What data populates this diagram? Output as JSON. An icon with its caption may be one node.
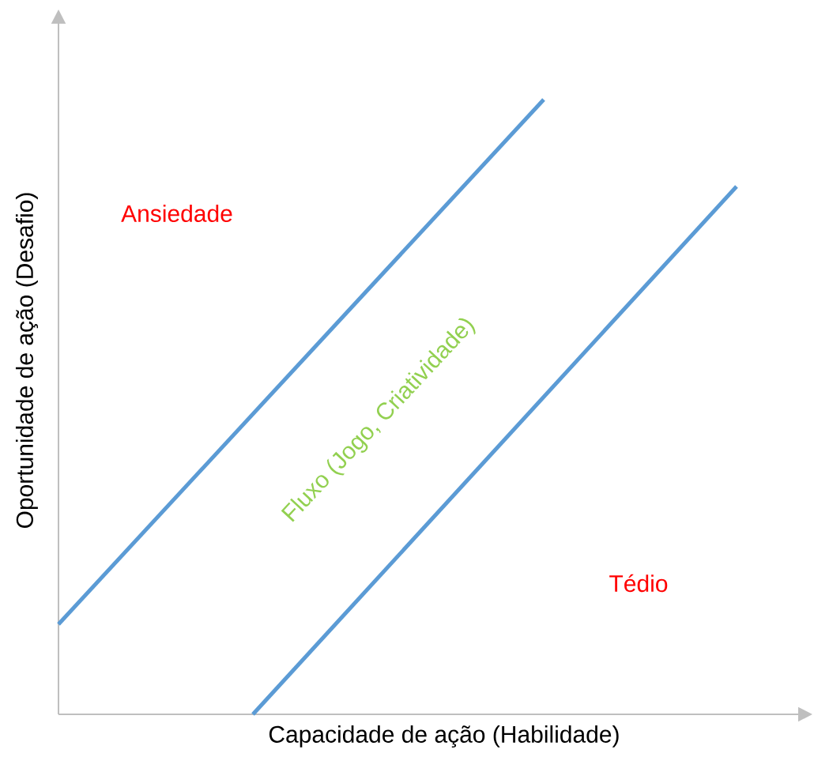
{
  "diagram": {
    "labels": [
      "Ansiedade",
      "Fluxo (Jogo, Criatividade)",
      "Oportunidade de ação (Desafio)",
      "Tédio",
      "Capacidade de ação (Habilidade)"
    ]
  }
}
